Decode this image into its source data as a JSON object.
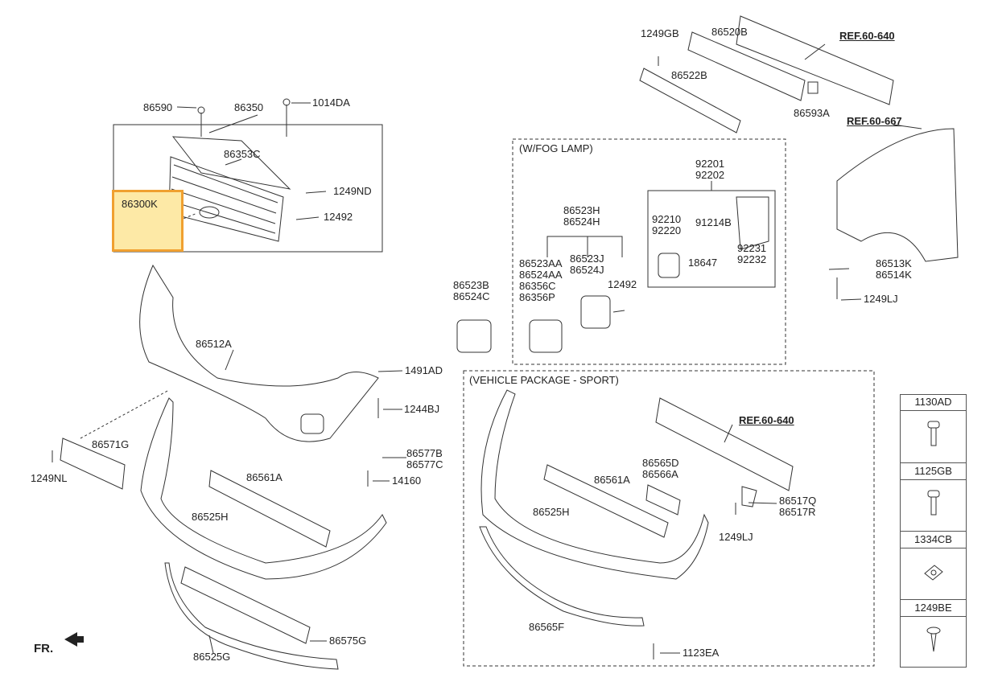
{
  "diagram": {
    "part_labels": [
      "86590",
      "86350",
      "1014DA",
      "86353C",
      "1249ND",
      "12492",
      "86300K",
      "1249GB",
      "86520B",
      "REF.60-640",
      "86522B",
      "86593A",
      "REF.60-667",
      "92201\n92202",
      "86523H\n86524H",
      "92210\n92220",
      "91214B",
      "86523J\n86524J",
      "86523AA\n86524AA\n86356C\n86356P",
      "18647",
      "92231\n92232",
      "12492",
      "86523B\n86524C",
      "86513K\n86514K",
      "1249LJ",
      "86512A",
      "1491AD",
      "1244BJ",
      "86571G",
      "86577B\n86577C",
      "1249NL",
      "14160",
      "86561A",
      "86525H",
      "86575G",
      "86525G",
      "REF.60-640",
      "86565D\n86566A",
      "86561A",
      "86517Q\n86517R",
      "86525H",
      "1249LJ",
      "86565F",
      "1123EA"
    ],
    "groups": {
      "fog_lamp": "(W/FOG LAMP)",
      "sport": "(VEHICLE PACKAGE - SPORT)"
    },
    "highlighted_part": "86300K",
    "front_indicator": "FR.",
    "legend": [
      "1130AD",
      "1125GB",
      "1334CB",
      "1249BE"
    ],
    "colors": {
      "highlight_border": "#f0a030",
      "highlight_fill": "#fde9a6",
      "line": "#333333"
    }
  }
}
